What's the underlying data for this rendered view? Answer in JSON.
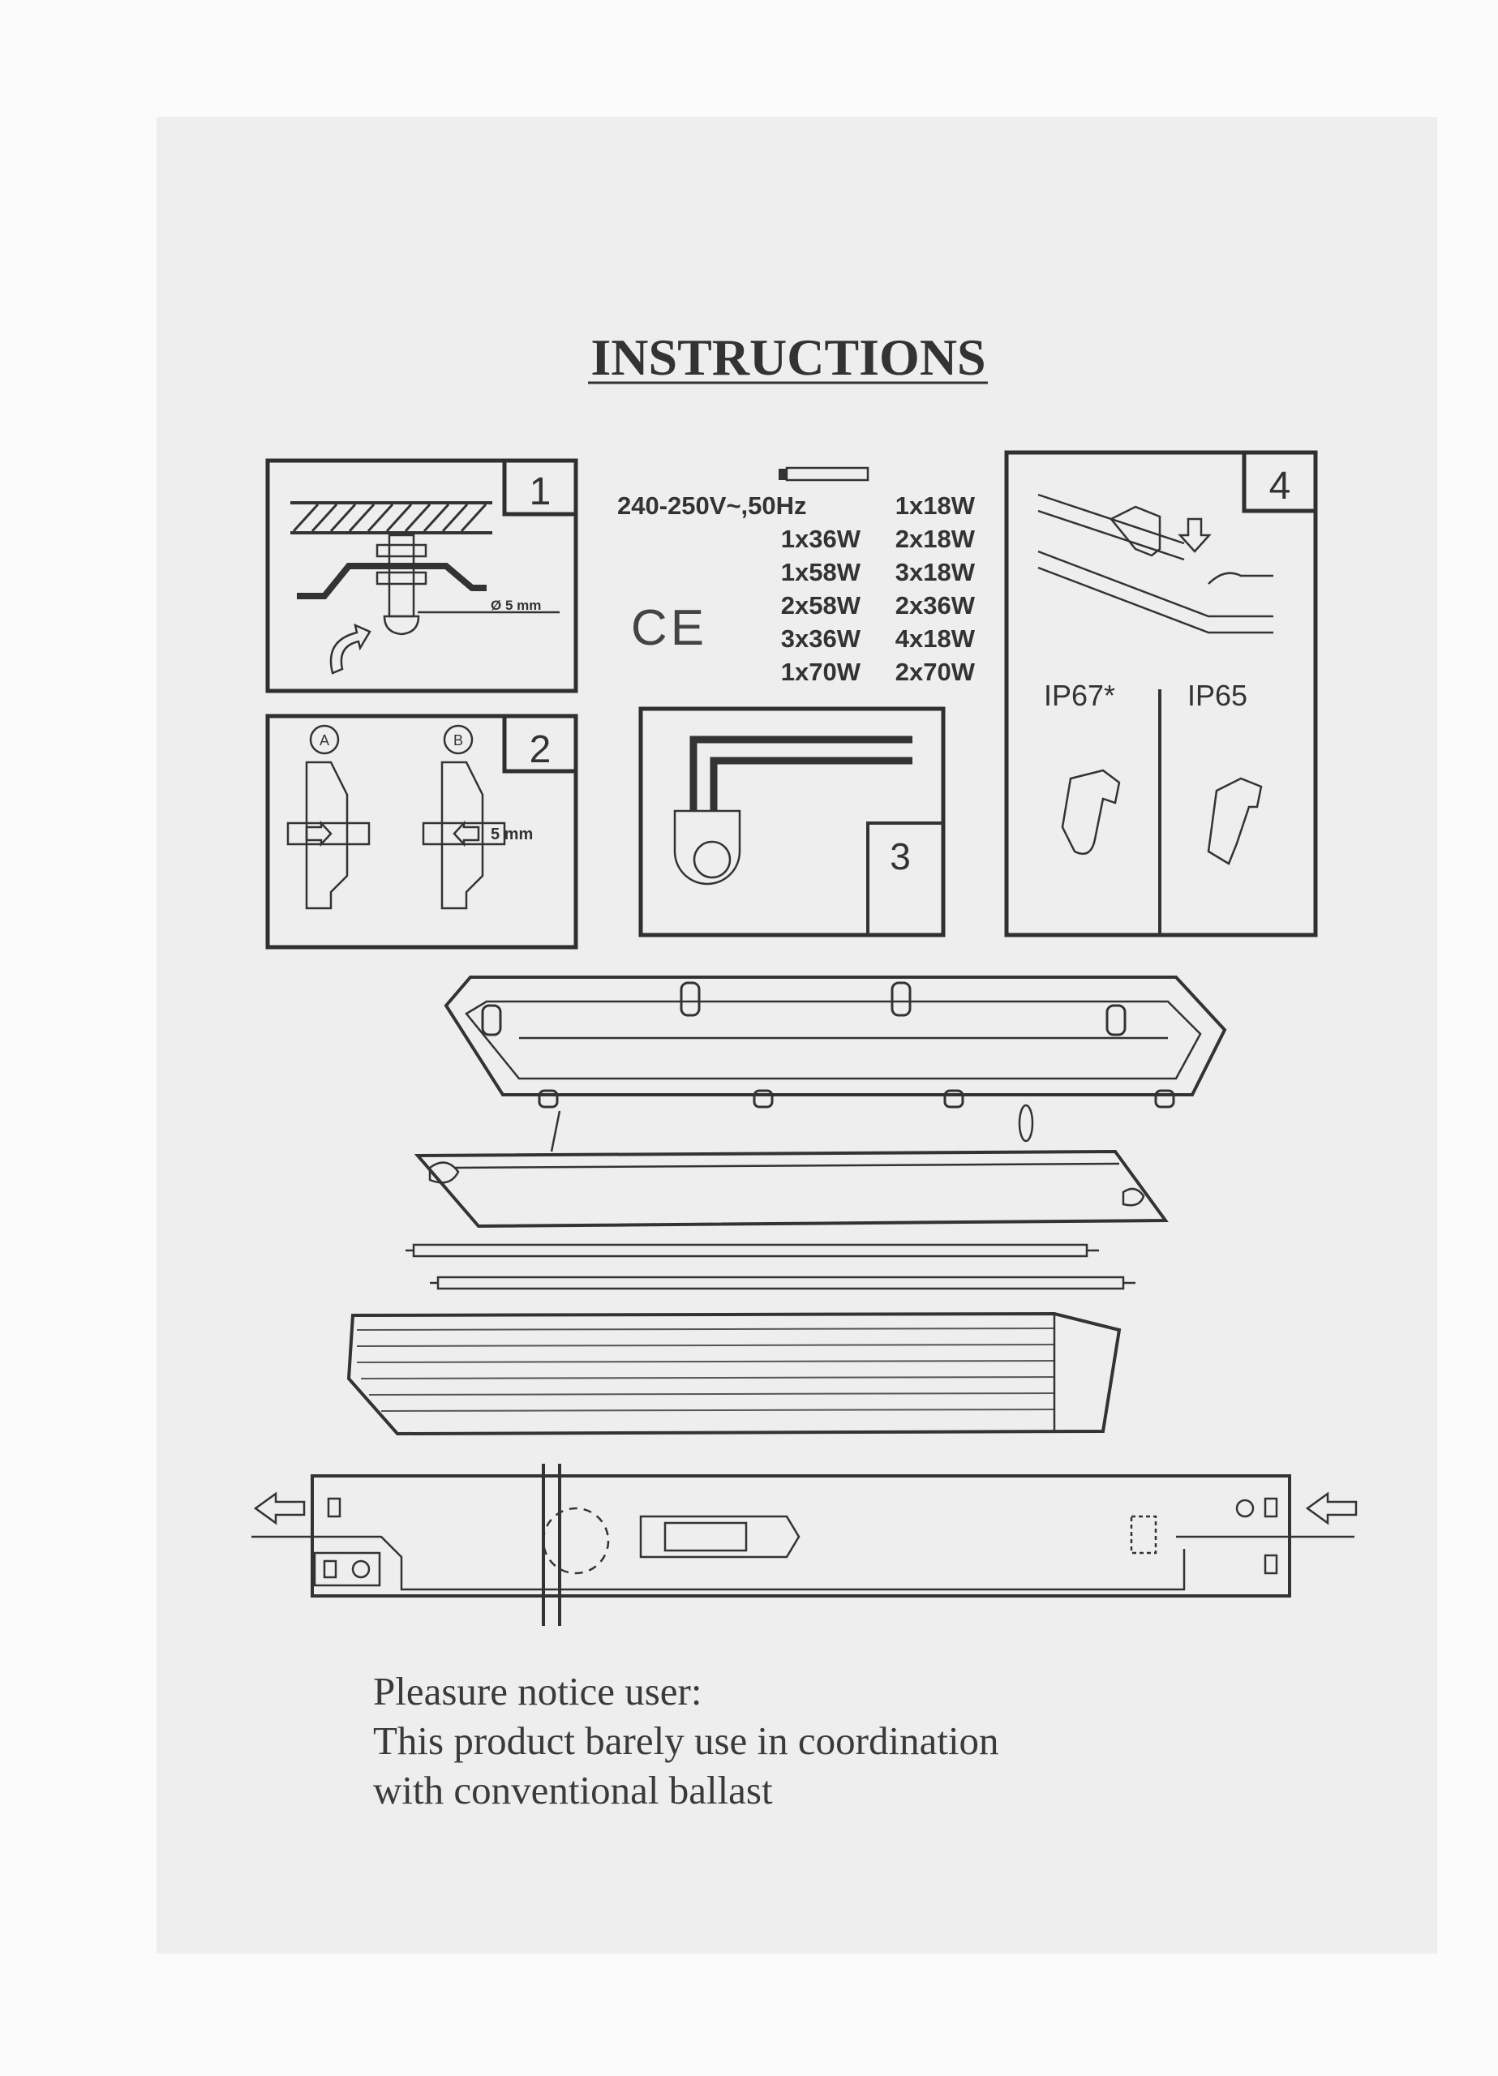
{
  "title": "INSTRUCTIONS",
  "steps": {
    "step1": {
      "number": "1",
      "dimension": "Ø 5 mm"
    },
    "step2": {
      "number": "2",
      "label_a": "A",
      "label_b": "B",
      "dimension": "5 mm"
    },
    "step3": {
      "number": "3"
    },
    "step4": {
      "number": "4",
      "ip67": "IP67*",
      "ip65": "IP65"
    }
  },
  "specs": {
    "voltage": "240-250V~,50Hz",
    "ce_mark": "CE",
    "wattages": [
      [
        "",
        "1x18W"
      ],
      [
        "1x36W",
        "2x18W"
      ],
      [
        "1x58W",
        "3x18W"
      ],
      [
        "2x58W",
        "2x36W"
      ],
      [
        "3x36W",
        "4x18W"
      ],
      [
        "1x70W",
        "2x70W"
      ]
    ]
  },
  "notice": {
    "line1": "Pleasure notice user:",
    "line2": "This product barely use in coordination",
    "line3": "with conventional ballast"
  },
  "colors": {
    "paper": "#eeeeee",
    "background": "#fbfbfb",
    "ink": "#333333"
  }
}
